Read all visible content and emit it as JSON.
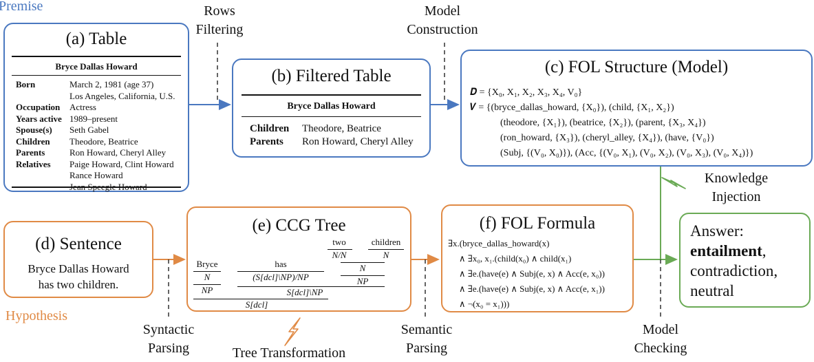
{
  "premise_label": "Premise",
  "hypothesis_label": "Hypothesis",
  "steps": {
    "rows_filtering": [
      "Rows",
      "Filtering"
    ],
    "model_construction": [
      "Model",
      "Construction"
    ],
    "knowledge_injection": [
      "Knowledge",
      "Injection"
    ],
    "syntactic_parsing": [
      "Syntactic",
      "Parsing"
    ],
    "tree_transformation": "Tree Transformation",
    "semantic_parsing": [
      "Semantic",
      "Parsing"
    ],
    "model_checking": [
      "Model",
      "Checking"
    ]
  },
  "table": {
    "title": "(a) Table",
    "header": "Bryce Dallas Howard",
    "rows": [
      {
        "key": "Born",
        "val": "March 2, 1981 (age 37)"
      },
      {
        "key": "",
        "val": "Los Angeles, California, U.S."
      },
      {
        "key": "Occupation",
        "val": "Actress"
      },
      {
        "key": "Years active",
        "val": "1989–present"
      },
      {
        "key": "Spouse(s)",
        "val": "Seth Gabel"
      },
      {
        "key": "Children",
        "val": "Theodore, Beatrice"
      },
      {
        "key": "Parents",
        "val": "Ron Howard, Cheryl Alley"
      },
      {
        "key": "Relatives",
        "val": "Paige Howard, Clint Howard"
      },
      {
        "key": "",
        "val": "Rance Howard"
      },
      {
        "key": "",
        "val": "Jean Speegle Howard"
      }
    ]
  },
  "filtered": {
    "title": "(b) Filtered Table",
    "header": "Bryce Dallas Howard",
    "rows": [
      {
        "key": "Children",
        "val": "Theodore, Beatrice"
      },
      {
        "key": "Parents",
        "val": "Ron Howard, Cheryl Alley"
      }
    ]
  },
  "fol_structure": {
    "title": "(c) FOL Structure (Model)",
    "d_line": "𝑫 = {X₀, X₁, X₂, X₃, X₄, V₀}",
    "v_lines": [
      "𝑽 = {(bryce_dallas_howard, {X₀}), (child, {X₁, X₂})",
      "(theodore, {X₁}), (beatrice, {X₂}), (parent, {X₃, X₄})",
      "(ron_howard, {X₃}), (cheryl_alley, {X₄}), (have, {V₀})",
      "(Subj, {(V₀, X₀)}), (Acc, {(V₀, X₁), (V₀, X₂), (V₀, X₃), (V₀, X₄)})"
    ]
  },
  "sentence": {
    "title": "(d) Sentence",
    "text": [
      "Bryce Dallas Howard",
      "has two children."
    ]
  },
  "ccg": {
    "title": "(e) CCG Tree",
    "words": {
      "bryce": "Bryce",
      "has": "has",
      "two": "two",
      "children": "children"
    },
    "cats": {
      "bryce_n": "N",
      "bryce_np": "NP",
      "has": "(S[dcl]\\NP)/NP",
      "two": "N/N",
      "children": "N",
      "two_children_n": "N",
      "two_children_np": "NP",
      "vp": "S[dcl]\\NP",
      "s": "S[dcl]"
    }
  },
  "fol_formula": {
    "title": "(f) FOL Formula",
    "lines": [
      "∃x.(bryce_dallas_howard(x)",
      "∧ ∃x₀, x₁.(child(x₀) ∧ child(x₁)",
      "∧ ∃e.(have(e) ∧ Subj(e, x) ∧ Acc(e, x₀))",
      "∧ ∃e.(have(e) ∧ Subj(e, x) ∧ Acc(e, x₁))",
      "∧ ¬(x₀ = x₁)))"
    ]
  },
  "answer": {
    "label": "Answer:",
    "options": [
      "entailment",
      "contradiction,",
      "neutral"
    ],
    "emphasis_suffix": ","
  },
  "colors": {
    "premise": "#4a78c0",
    "hypothesis": "#e08a45",
    "answer": "#6aaa55"
  }
}
